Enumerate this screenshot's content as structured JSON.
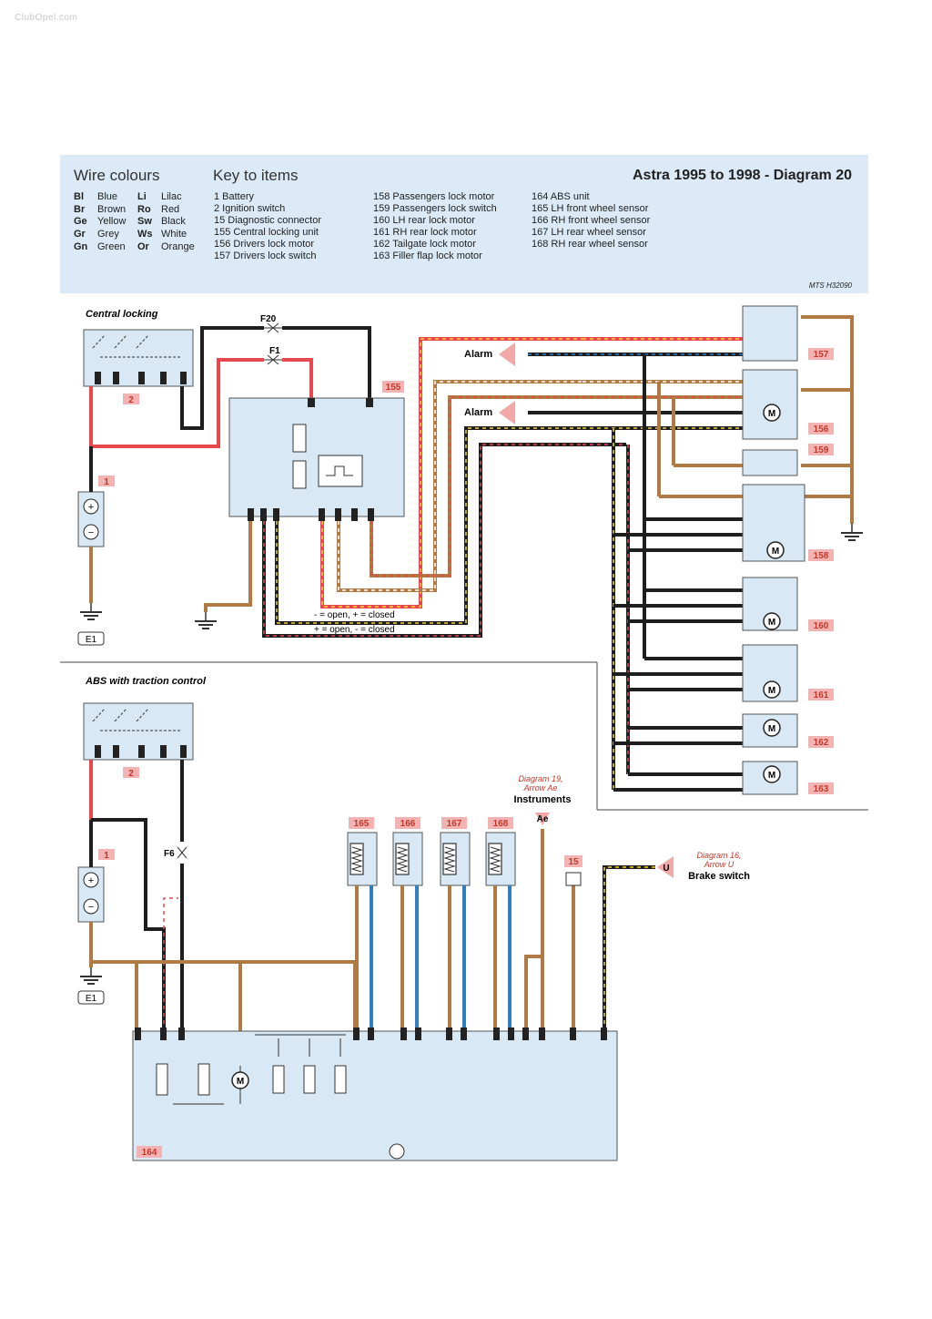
{
  "watermark": "ClubOpel.com",
  "header": {
    "wire_colours_title": "Wire colours",
    "key_title": "Key to items",
    "diagram_title": "Astra 1995 to 1998 - Diagram 20",
    "code": "MTS H32090",
    "wire_colours": [
      {
        "code": "Bl",
        "name": "Blue",
        "code2": "Li",
        "name2": "Lilac"
      },
      {
        "code": "Br",
        "name": "Brown",
        "code2": "Ro",
        "name2": "Red"
      },
      {
        "code": "Ge",
        "name": "Yellow",
        "code2": "Sw",
        "name2": "Black"
      },
      {
        "code": "Gr",
        "name": "Grey",
        "code2": "Ws",
        "name2": "White"
      },
      {
        "code": "Gn",
        "name": "Green",
        "code2": "Or",
        "name2": "Orange"
      }
    ],
    "key_col1": [
      "1    Battery",
      "2    Ignition switch",
      "15  Diagnostic connector",
      "155 Central locking unit",
      "156 Drivers lock motor",
      "157 Drivers lock switch"
    ],
    "key_col2": [
      "158 Passengers lock motor",
      "159 Passengers lock switch",
      "160 LH rear lock motor",
      "161 RH rear lock motor",
      "162 Tailgate lock motor",
      "163 Filler flap lock motor"
    ],
    "key_col3": [
      "164 ABS unit",
      "165 LH front wheel sensor",
      "166 RH front wheel sensor",
      "167 LH rear wheel sensor",
      "168 RH rear wheel sensor"
    ]
  },
  "sections": {
    "central_locking": "Central locking",
    "abs": "ABS with traction control"
  },
  "labels": {
    "alarm": "Alarm",
    "open_closed_1": "- = open, + = closed",
    "open_closed_2": "+ = open, - = closed",
    "diag19": "Diagram 19,",
    "arrow_ae": "Arrow Ae",
    "instruments": "Instruments",
    "ae": "Ae",
    "diag16": "Diagram 16,",
    "arrow_u": "Arrow U",
    "u": "U",
    "brake_switch": "Brake switch",
    "earth": "E1",
    "fuse_f20": "F20",
    "fuse_f1": "F1",
    "fuse_f6": "F6"
  },
  "items": {
    "i1": "1",
    "i2": "2",
    "i15": "15",
    "i155": "155",
    "i156": "156",
    "i157": "157",
    "i158": "158",
    "i159": "159",
    "i160": "160",
    "i161": "161",
    "i162": "162",
    "i163": "163",
    "i164": "164",
    "i165": "165",
    "i166": "166",
    "i167": "167",
    "i168": "168"
  },
  "colors": {
    "header_bg": "#dbeaf6",
    "component_bg": "#d8e9f5",
    "item_badge": "#f4b3b3",
    "red_wire": "#e5484d",
    "brown_wire": "#b07a45",
    "black_wire": "#1e1e1e",
    "blue_wire": "#2f7fc1",
    "yellow_wire": "#f2d43a",
    "arrow": "#f3a8a8"
  }
}
